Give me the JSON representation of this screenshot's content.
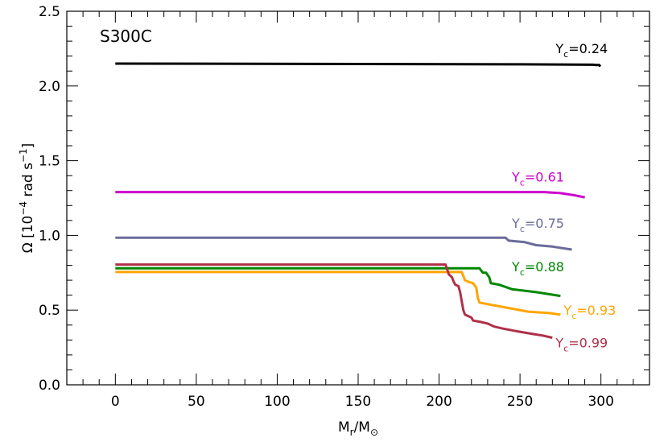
{
  "chart_data": {
    "type": "line",
    "panel_label": "S300C",
    "xlabel": "M_r/M_⊙",
    "ylabel": "Ω [10⁻⁴ rad s⁻¹]",
    "xlim": [
      -30,
      330
    ],
    "ylim": [
      0.0,
      2.5
    ],
    "xticks": [
      0,
      50,
      100,
      150,
      200,
      250,
      300
    ],
    "yticks": [
      0.0,
      0.5,
      1.0,
      1.5,
      2.0,
      2.5
    ],
    "x_minor_step": 10,
    "y_minor_step": 0.1,
    "grid": false,
    "series": [
      {
        "name": "Y_c=0.24",
        "color": "#000000",
        "points": [
          [
            0,
            2.15
          ],
          [
            150,
            2.147
          ],
          [
            250,
            2.145
          ],
          [
            295,
            2.142
          ],
          [
            297,
            2.14
          ],
          [
            299,
            2.14
          ],
          [
            299.5,
            2.13
          ]
        ]
      },
      {
        "name": "Y_c=0.61",
        "color": "#cc00cc",
        "points": [
          [
            0,
            1.29
          ],
          [
            265,
            1.29
          ],
          [
            275,
            1.283
          ],
          [
            283,
            1.27
          ],
          [
            290,
            1.255
          ]
        ]
      },
      {
        "name": "Y_c=0.75",
        "color": "#6b6b9a",
        "points": [
          [
            0,
            0.985
          ],
          [
            227,
            0.985
          ],
          [
            229,
            0.985
          ],
          [
            239,
            0.985
          ],
          [
            241,
            0.985
          ],
          [
            243,
            0.965
          ],
          [
            253,
            0.955
          ],
          [
            260,
            0.935
          ],
          [
            270,
            0.925
          ],
          [
            282,
            0.905
          ]
        ]
      },
      {
        "name": "Y_c=0.88",
        "color": "#008800",
        "points": [
          [
            0,
            0.78
          ],
          [
            223,
            0.78
          ],
          [
            225,
            0.78
          ],
          [
            227,
            0.75
          ],
          [
            229,
            0.75
          ],
          [
            231,
            0.72
          ],
          [
            232,
            0.68
          ],
          [
            237,
            0.67
          ],
          [
            245,
            0.64
          ],
          [
            260,
            0.62
          ],
          [
            275,
            0.595
          ]
        ]
      },
      {
        "name": "Y_c=0.93",
        "color": "#ffa500",
        "points": [
          [
            0,
            0.755
          ],
          [
            212,
            0.755
          ],
          [
            214,
            0.755
          ],
          [
            216,
            0.7
          ],
          [
            218,
            0.69
          ],
          [
            221,
            0.68
          ],
          [
            223,
            0.65
          ],
          [
            224,
            0.58
          ],
          [
            225,
            0.55
          ],
          [
            230,
            0.54
          ],
          [
            240,
            0.52
          ],
          [
            255,
            0.49
          ],
          [
            268,
            0.48
          ],
          [
            275,
            0.47
          ]
        ]
      },
      {
        "name": "Y_c=0.99",
        "color": "#b0304a",
        "points": [
          [
            0,
            0.805
          ],
          [
            200,
            0.805
          ],
          [
            204,
            0.805
          ],
          [
            206,
            0.74
          ],
          [
            208,
            0.72
          ],
          [
            209,
            0.69
          ],
          [
            210,
            0.67
          ],
          [
            212,
            0.66
          ],
          [
            213,
            0.62
          ],
          [
            214,
            0.56
          ],
          [
            215,
            0.5
          ],
          [
            216,
            0.47
          ],
          [
            218,
            0.46
          ],
          [
            220,
            0.45
          ],
          [
            221,
            0.43
          ],
          [
            226,
            0.42
          ],
          [
            230,
            0.41
          ],
          [
            234,
            0.39
          ],
          [
            240,
            0.375
          ],
          [
            245,
            0.365
          ],
          [
            250,
            0.355
          ],
          [
            258,
            0.34
          ],
          [
            264,
            0.33
          ],
          [
            270,
            0.315
          ]
        ]
      }
    ]
  }
}
